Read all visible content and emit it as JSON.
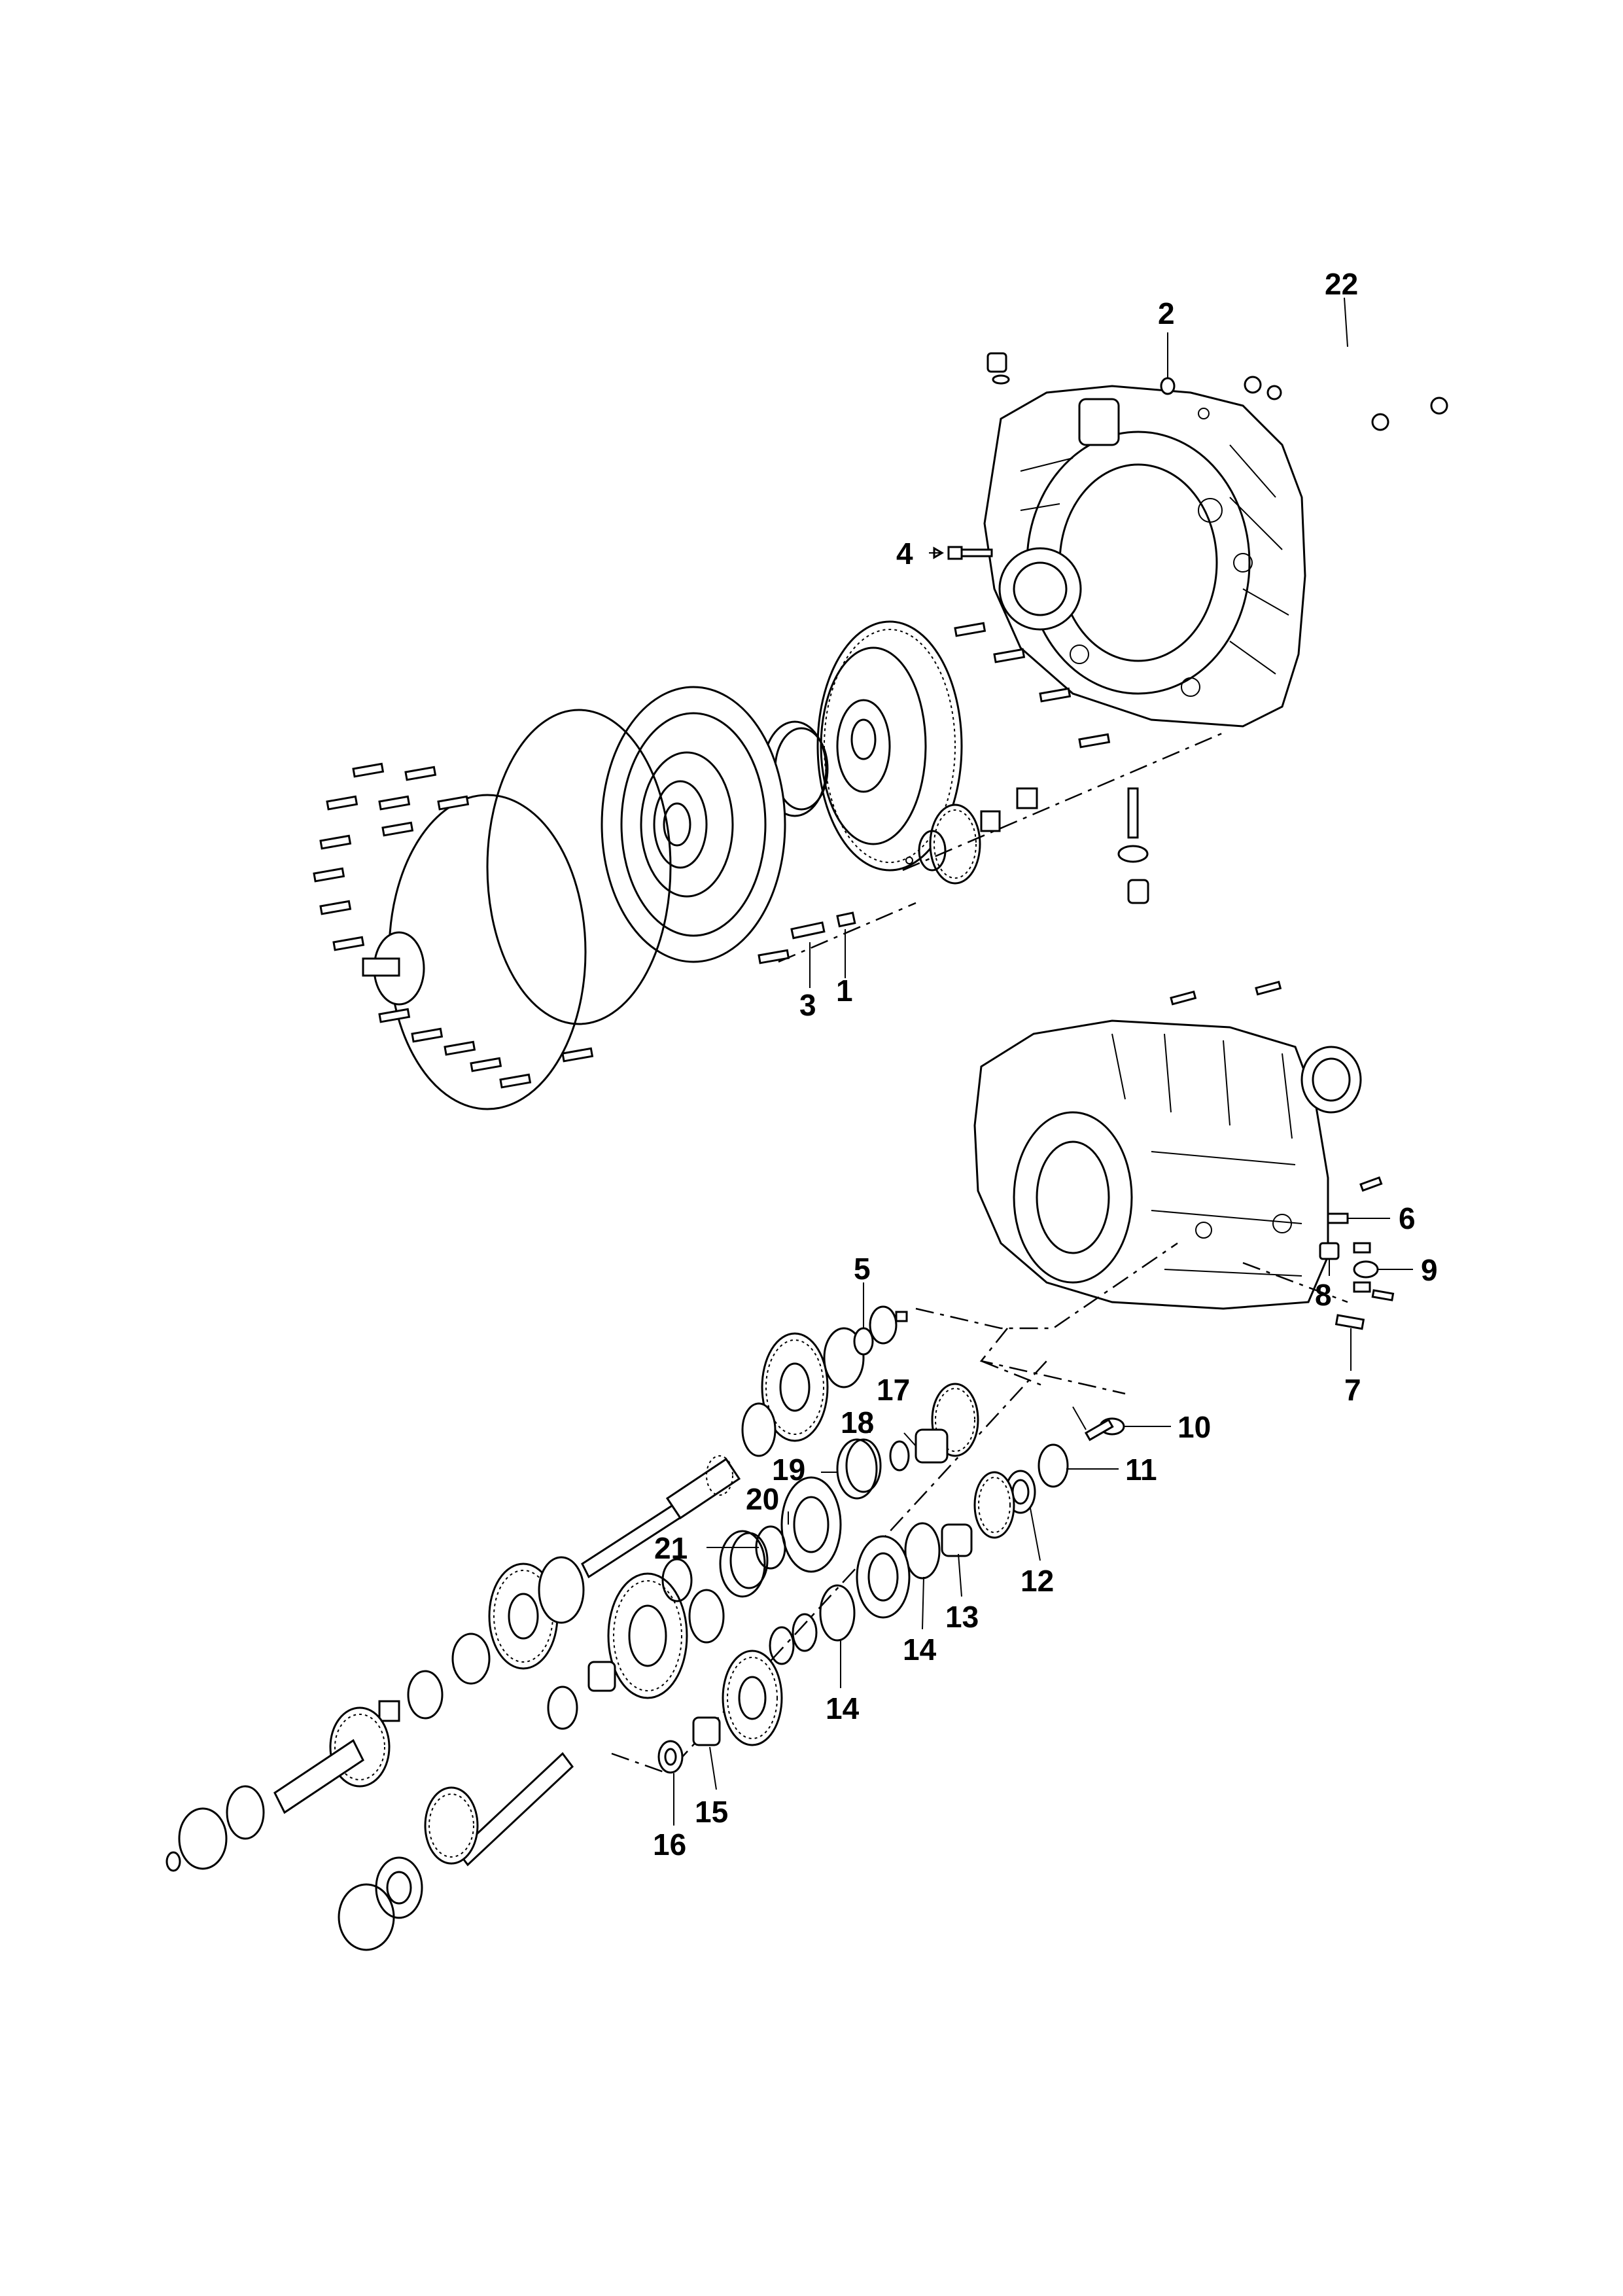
{
  "callouts": {
    "c1": "1",
    "c2": "2",
    "c3": "3",
    "c4": "4",
    "c5": "5",
    "c6": "6",
    "c7": "7",
    "c8": "8",
    "c9": "9",
    "c10": "10",
    "c11": "11",
    "c12": "12",
    "c13": "13",
    "c14a": "14",
    "c14b": "14",
    "c15": "15",
    "c16": "16",
    "c17": "17",
    "c18": "18",
    "c19": "19",
    "c20": "20",
    "c21": "21",
    "c22": "22"
  }
}
